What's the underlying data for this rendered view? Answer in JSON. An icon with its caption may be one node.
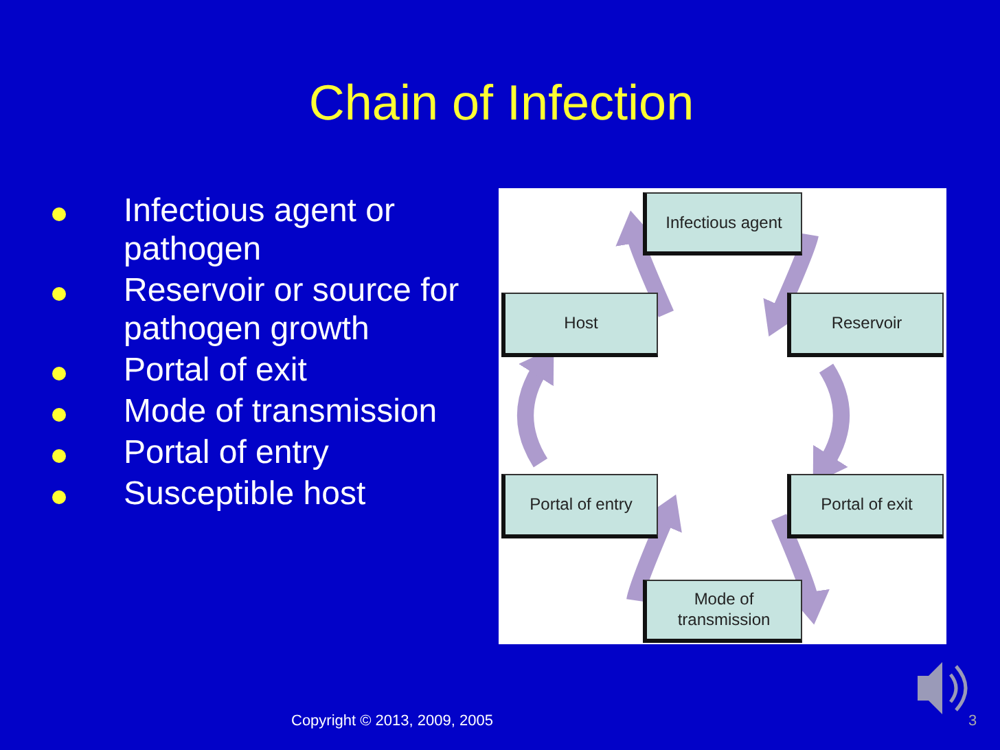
{
  "diagram": {
    "title": "Chain of Infection",
    "nodes": [
      {
        "text": [
          "Infectious agent"
        ]
      },
      {
        "text": [
          "Host"
        ]
      },
      {
        "text": [
          "Reservoir"
        ]
      },
      {
        "text": [
          "Portal of entry"
        ]
      },
      {
        "text": [
          "Portal of exit"
        ]
      },
      {
        "text": [
          "Mode of transmission"
        ]
      }
    ],
    "edges": [
      {
        "from": 0,
        "to": 2,
        "arrow": "to"
      },
      {
        "from": 2,
        "to": 4,
        "arrow": "to"
      },
      {
        "from": 4,
        "to": 5,
        "arrow": "to"
      },
      {
        "from": 5,
        "to": 3,
        "arrow": "to"
      },
      {
        "from": 3,
        "to": 1,
        "arrow": "to"
      },
      {
        "from": 1,
        "to": 0,
        "arrow": "to"
      }
    ],
    "labels": [
      "Infectious agent or pathogen",
      "Reservoir or source for pathogen growth",
      "Portal of exit",
      "Mode of transmission",
      "Portal of entry",
      "Susceptible host",
      "Copyright © 2013, 2009, 2005",
      "3"
    ]
  }
}
